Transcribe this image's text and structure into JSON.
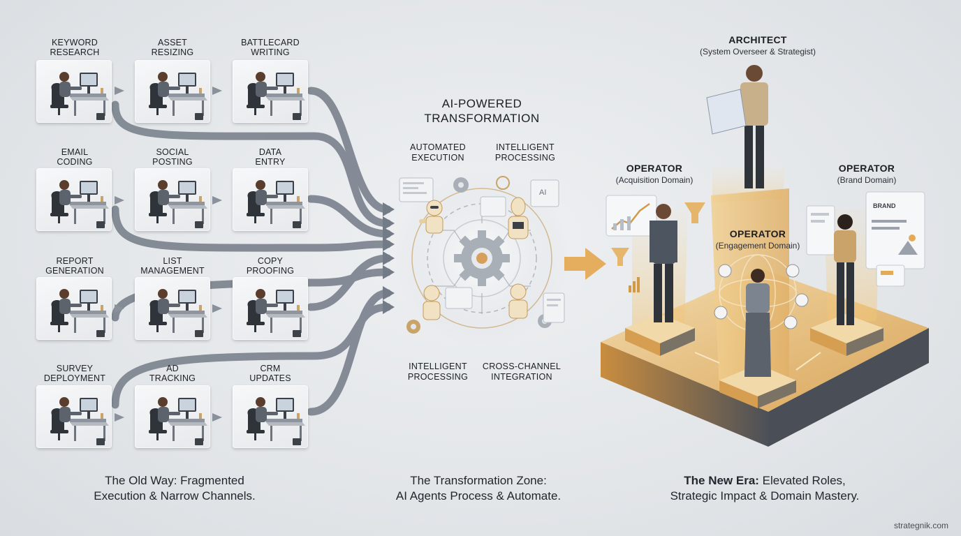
{
  "old_way": {
    "tasks": [
      {
        "label_lines": [
          "KEYWORD",
          "RESEARCH"
        ]
      },
      {
        "label_lines": [
          "ASSET",
          "RESIZING"
        ]
      },
      {
        "label_lines": [
          "BATTLECARD",
          "WRITING"
        ]
      },
      {
        "label_lines": [
          "EMAIL",
          "CODING"
        ]
      },
      {
        "label_lines": [
          "SOCIAL",
          "POSTING"
        ]
      },
      {
        "label_lines": [
          "DATA",
          "ENTRY"
        ]
      },
      {
        "label_lines": [
          "REPORT",
          "GENERATION"
        ]
      },
      {
        "label_lines": [
          "LIST",
          "MANAGEMENT"
        ]
      },
      {
        "label_lines": [
          "COPY",
          "PROOFING"
        ]
      },
      {
        "label_lines": [
          "SURVEY",
          "DEPLOYMENT"
        ]
      },
      {
        "label_lines": [
          "AD",
          "TRACKING"
        ]
      },
      {
        "label_lines": [
          "CRM",
          "UPDATES"
        ]
      }
    ],
    "caption_line1": "The Old Way: Fragmented",
    "caption_line2": "Execution & Narrow Channels."
  },
  "transformation": {
    "title_line1": "AI-POWERED",
    "title_line2": "TRANSFORMATION",
    "labels": {
      "automated_line1": "AUTOMATED",
      "automated_line2": "EXECUTION",
      "intelligent_top_line1": "INTELLIGENT",
      "intelligent_top_line2": "PROCESSING",
      "intelligent_bottom_line1": "INTELLIGENT",
      "intelligent_bottom_line2": "PROCESSING",
      "cross_line1": "CROSS-CHANNEL",
      "cross_line2": "INTEGRATION"
    },
    "screen_text": "AI",
    "caption_line1": "The Transformation Zone:",
    "caption_line2": "AI Agents Process & Automate."
  },
  "new_era": {
    "architect": {
      "title": "ARCHITECT",
      "subtitle": "(System Overseer & Strategist)"
    },
    "operator_acquisition": {
      "title": "OPERATOR",
      "subtitle": "(Acquisition Domain)"
    },
    "operator_brand": {
      "title": "OPERATOR",
      "subtitle": "(Brand Domain)"
    },
    "operator_engagement": {
      "title": "OPERATOR",
      "subtitle": "(Engagement Domain)"
    },
    "brand_panel_text": "BRAND",
    "caption_bold": "The New Era:",
    "caption_rest": " Elevated Roles,",
    "caption_line2": "Strategic Impact & Domain Mastery."
  },
  "watermark": "strategnik.com",
  "colors": {
    "accent_gold": "#e4b25e",
    "arrow_gray": "#6f7683",
    "text_dark": "#1b1f25",
    "background": "#e3e6e9"
  }
}
